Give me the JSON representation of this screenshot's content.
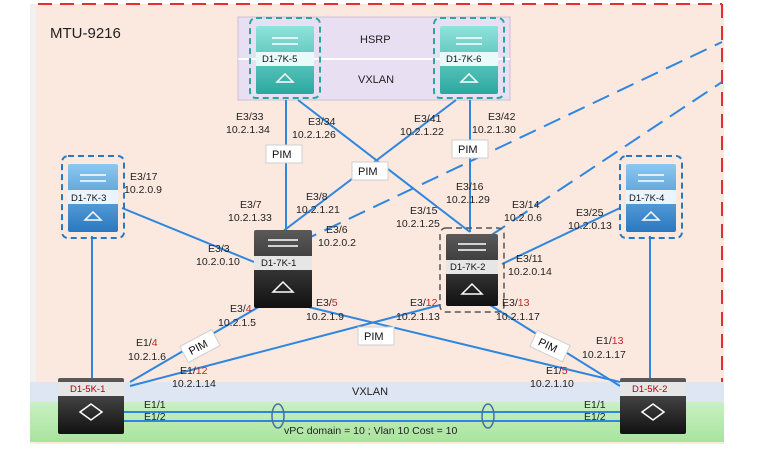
{
  "title": "MTU-9216",
  "top_box": {
    "hsrp": "HSRP",
    "vxlan": "VXLAN"
  },
  "bottom_band": {
    "vxlan": "VXLAN",
    "vpc": "vPC domain = 10 ; Vlan 10 Cost = 10"
  },
  "pim": "PIM",
  "devices": {
    "k5": "D1-7K-5",
    "k6": "D1-7K-6",
    "k3": "D1-7K-3",
    "k4": "D1-7K-4",
    "k1": "D1-7K-1",
    "k2": "D1-7K-2",
    "s1": "D1-5K-1",
    "s2": "D1-5K-2"
  },
  "labels": {
    "e3_33": "E3/33",
    "ip_10_2_1_34": "10.2.1.34",
    "e3_34": "E3/34",
    "ip_10_2_1_26": "10.2.1.26",
    "e3_41": "E3/41",
    "ip_10_2_1_22": "10.2.1.22",
    "e3_42": "E3/42",
    "ip_10_2_1_30": "10.2.1.30",
    "e3_17": "E3/17",
    "ip_10_2_0_9": "10.2.0.9",
    "e3_7": "E3/7",
    "ip_10_2_1_33": "10.2.1.33",
    "e3_8": "E3/8",
    "ip_10_2_1_21": "10.2.1.21",
    "e3_6": "E3/6",
    "ip_10_2_0_2": "10.2.0.2",
    "e3_3": "E3/3",
    "ip_10_2_0_10": "10.2.0.10",
    "e3_16": "E3/16",
    "ip_10_2_1_29": "10.2.1.29",
    "e3_14": "E3/14",
    "ip_10_2_0_6": "10.2.0.6",
    "e3_15": "E3/15",
    "ip_10_2_1_25": "10.2.1.25",
    "e3_25": "E3/25",
    "ip_10_2_0_13": "10.2.0.13",
    "e3_11": "E3/11",
    "ip_10_2_0_14": "10.2.0.14",
    "e3_": "E3/",
    "p4": "4",
    "ip_10_2_1_5": "10.2.1.5",
    "p5": "5",
    "ip_10_2_1_9": "10.2.1.9",
    "p12": "12",
    "ip_10_2_1_13": "10.2.1.13",
    "p13": "13",
    "ip_10_2_1_17": "10.2.1.17",
    "e1_": "E1/",
    "ip_10_2_1_6": "10.2.1.6",
    "ip_10_2_1_14": "10.2.1.14",
    "ip_10_2_1_10": "10.2.1.10",
    "e1_1": "E1/1",
    "e1_2": "E1/2"
  },
  "colors": {
    "link": "#2e86de",
    "red_dash": "#e03030",
    "panel": "#fbe9e0"
  }
}
